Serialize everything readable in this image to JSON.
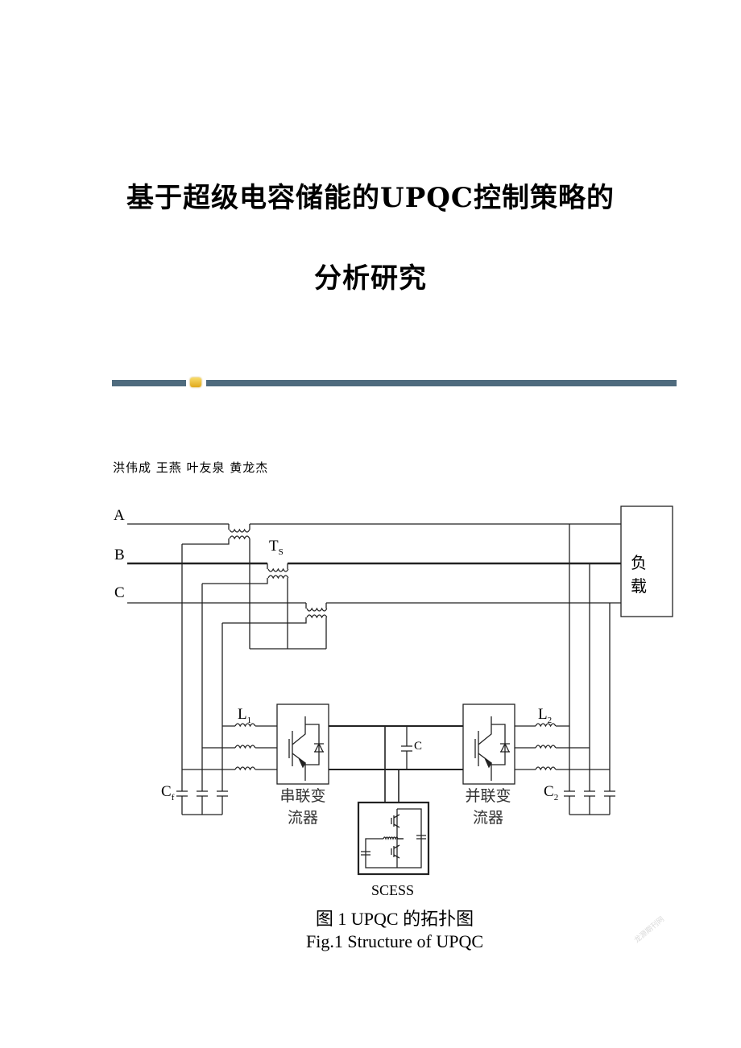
{
  "document": {
    "title_line1": "基于超级电容储能的UPQC控制策略的",
    "title_line2": "分析研究",
    "authors": "洪伟成 王燕 叶友泉 黄龙杰"
  },
  "figure": {
    "phase_a": "A",
    "phase_b": "B",
    "phase_c": "C",
    "transformer_label": "T",
    "transformer_sub": "S",
    "load_label": "负载",
    "l1_label": "L",
    "l1_sub": "1",
    "l2_label": "L",
    "l2_sub": "2",
    "c1_label": "C",
    "c1_sub": "f",
    "c2_label": "C",
    "c2_sub": "2",
    "dc_cap_label": "C",
    "series_converter_line1": "串联变",
    "series_converter_line2": "流器",
    "shunt_converter_line1": "并联变",
    "shunt_converter_line2": "流器",
    "scess_label": "SCESS",
    "caption_cn": "图 1 UPQC 的拓扑图",
    "caption_en": "Fig.1 Structure of UPQC"
  },
  "watermark": "龙源期刊网",
  "colors": {
    "divider": "#4f6b7e",
    "accent": "#e8b730"
  }
}
